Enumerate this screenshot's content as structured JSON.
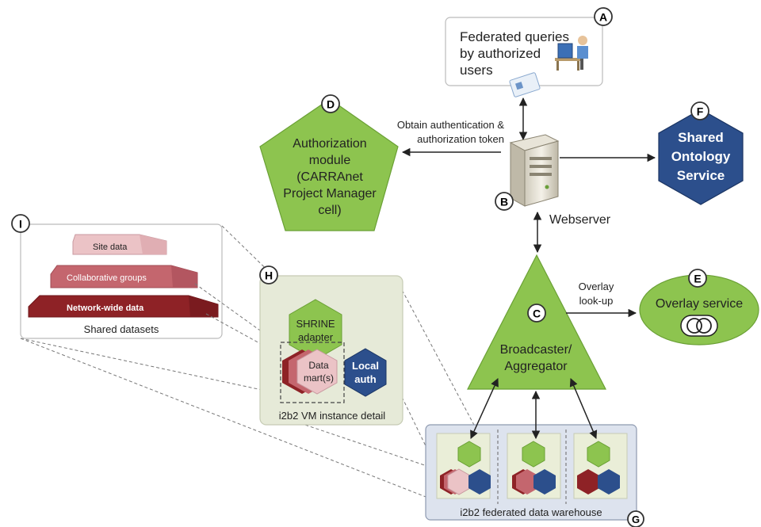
{
  "user_box": {
    "letter": "A",
    "lines": [
      "Federated queries",
      "by authorized",
      "users"
    ]
  },
  "auth_link": {
    "lines": [
      "Obtain authentication &",
      "authorization token"
    ]
  },
  "auth_module": {
    "letter": "D",
    "lines": [
      "Authorization",
      "module",
      "(CARRAnet",
      "Project Manager",
      "cell)"
    ]
  },
  "ontology": {
    "letter": "F",
    "lines": [
      "Shared",
      "Ontology",
      "Service"
    ]
  },
  "webserver": {
    "letter": "B",
    "label": "Webserver"
  },
  "broadcaster": {
    "letter": "C",
    "lines": [
      "Broadcaster/",
      "Aggregator"
    ]
  },
  "overlay_link": {
    "lines": [
      "Overlay",
      "look-up"
    ]
  },
  "overlay": {
    "letter": "E",
    "label": "Overlay service"
  },
  "datasets": {
    "letter": "I",
    "layers": [
      "Site data",
      "Collaborative groups",
      "Network-wide data"
    ],
    "caption": "Shared datasets"
  },
  "vm_detail": {
    "letter": "H",
    "shrine_lines": [
      "SHRINE",
      "adapter"
    ],
    "datamart_lines": [
      "Data",
      "mart(s)"
    ],
    "local_auth_lines": [
      "Local",
      "auth"
    ],
    "caption": "i2b2 VM instance detail"
  },
  "warehouse": {
    "letter": "G",
    "caption": "i2b2 federated data warehouse"
  },
  "colors": {
    "green": "#8DC44F",
    "green_light": "#A6D26E",
    "navy": "#2C4F8C",
    "pink": "#EBC3C6",
    "rose": "#C4666E",
    "maroon": "#8E2226"
  }
}
